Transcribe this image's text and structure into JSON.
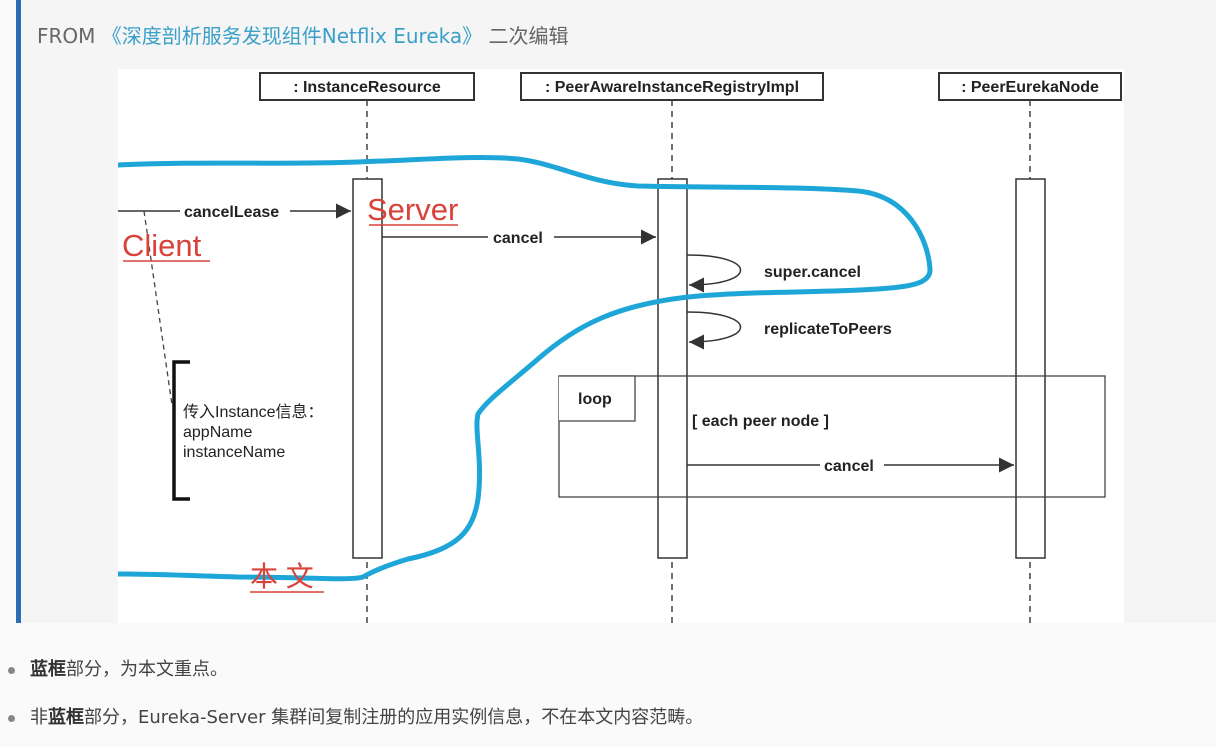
{
  "source": {
    "prefix": "FROM ",
    "link_text": "《深度剖析服务发现组件Netflix Eureka》",
    "suffix": " 二次编辑"
  },
  "diagram": {
    "lifelines": [
      ": InstanceResource",
      ": PeerAwareInstanceRegistryImpl",
      ": PeerEurekaNode"
    ],
    "messages": {
      "cancel_lease": "cancelLease",
      "cancel_1": "cancel",
      "super_cancel": "super.cancel",
      "replicate": "replicateToPeers",
      "cancel_2": "cancel"
    },
    "loop_label": "loop",
    "loop_guard": "[ each peer node ]",
    "note_lines": [
      "传入Instance信息：",
      "appName",
      "instanceName"
    ],
    "annotations": {
      "server": "Server",
      "client": "Client",
      "this_article": "本 文"
    },
    "colors": {
      "highlight_stroke": "#1ea6d8",
      "annotation_red": "#d9423a"
    }
  },
  "notes": [
    {
      "pre": "",
      "bold": "蓝框",
      "post": "部分，为本文重点。"
    },
    {
      "pre": "非",
      "bold": "蓝框",
      "post": "部分，Eureka-Server 集群间复制注册的应用实例信息，不在本文内容范畴。"
    }
  ]
}
